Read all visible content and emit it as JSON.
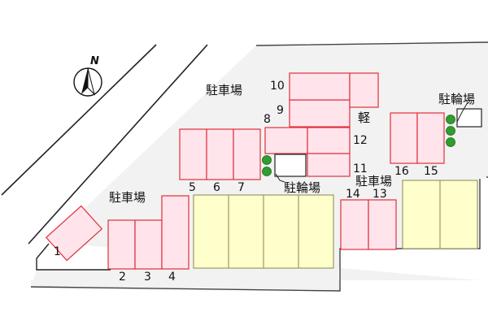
{
  "compass": {
    "north_label": "N"
  },
  "parking_labels": [
    "駐車場",
    "駐車場",
    "駐車場"
  ],
  "bicycle_labels": [
    "駐輪場",
    "駐輪場"
  ],
  "light_vehicle_label": "軽",
  "space_numbers": [
    "1",
    "2",
    "3",
    "4",
    "5",
    "6",
    "7",
    "8",
    "9",
    "10",
    "11",
    "12",
    "13",
    "14",
    "15",
    "16"
  ],
  "colors": {
    "lot": "#f2f2f2",
    "space_fill": "#ffe4ec",
    "space_stroke": "#e0303a",
    "building_fill": "#ffffcc",
    "building_stroke": "#999966",
    "tree": "#2e9e2e",
    "road_line": "#222222"
  }
}
